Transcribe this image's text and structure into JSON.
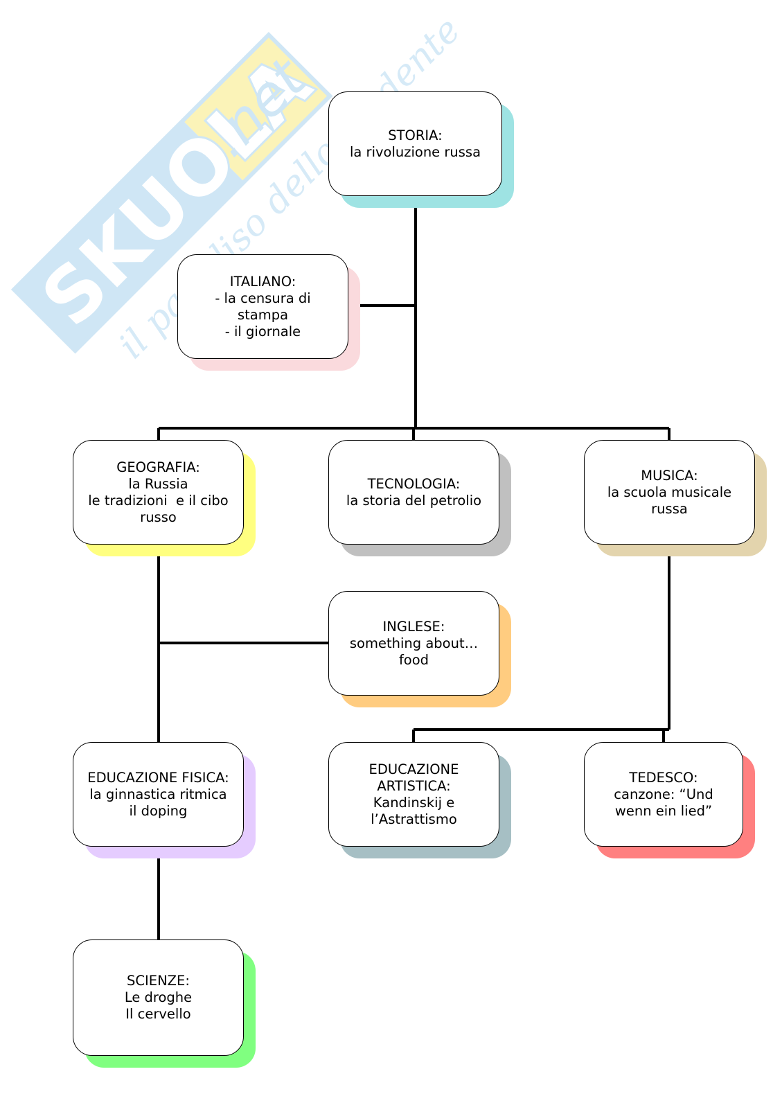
{
  "watermark": {
    "brand": "SKUOLA",
    "domain": ".net",
    "tagline": "il paradiso dello studente",
    "colors": {
      "brand": "#cfe6f5",
      "domain": "#fbf3b8",
      "tagline": "#d6eaf7"
    }
  },
  "connector_color": "#000000",
  "nodes": [
    {
      "id": "storia",
      "shadow": "#9ee3e3",
      "lines": [
        "STORIA:",
        "la rivoluzione russa"
      ]
    },
    {
      "id": "italiano",
      "shadow": "#fadadd",
      "lines": [
        "ITALIANO:",
        "- la censura di",
        "stampa",
        "- il giornale"
      ]
    },
    {
      "id": "geografia",
      "shadow": "#ffff80",
      "lines": [
        "GEOGRAFIA:",
        "la Russia",
        "le tradizioni  e il cibo",
        "russo"
      ]
    },
    {
      "id": "tecnologia",
      "shadow": "#c0c0c0",
      "lines": [
        "TECNOLOGIA:",
        "la storia del petrolio"
      ]
    },
    {
      "id": "musica",
      "shadow": "#e3d4ad",
      "lines": [
        "MUSICA:",
        "la scuola musicale",
        "russa"
      ]
    },
    {
      "id": "inglese",
      "shadow": "#ffcc80",
      "lines": [
        "INGLESE:",
        "something about…",
        "food"
      ]
    },
    {
      "id": "educazione-fisica",
      "shadow": "#e5ccff",
      "lines": [
        "EDUCAZIONE FISICA:",
        "la ginnastica ritmica",
        "il doping"
      ]
    },
    {
      "id": "educazione-artistica",
      "shadow": "#a6bfc4",
      "lines": [
        "EDUCAZIONE",
        "ARTISTICA:",
        "Kandinskij e",
        "l’Astrattismo"
      ]
    },
    {
      "id": "tedesco",
      "shadow": "#ff8080",
      "lines": [
        "TEDESCO:",
        "canzone: “Und",
        "wenn ein lied”"
      ]
    },
    {
      "id": "scienze",
      "shadow": "#80ff80",
      "lines": [
        "SCIENZE:",
        "Le droghe",
        "Il cervello"
      ]
    }
  ]
}
